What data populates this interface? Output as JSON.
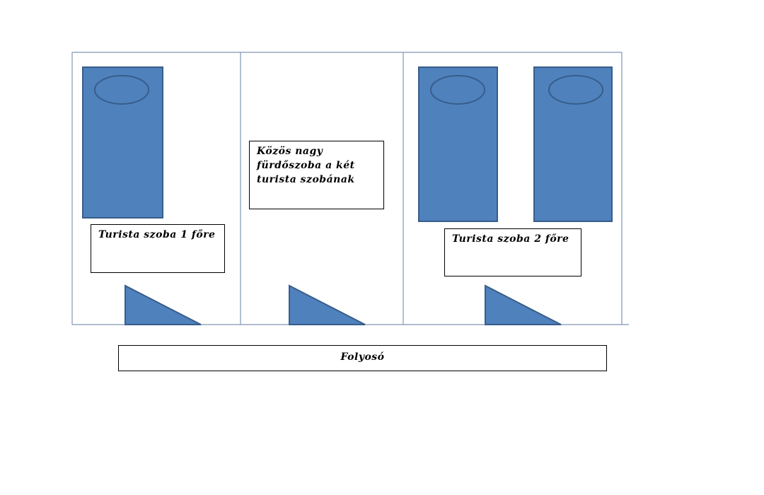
{
  "colors": {
    "outline": "#7f96b2",
    "furniture_fill": "#4f81bd",
    "furniture_stroke": "#385d8a",
    "label_border": "#000000"
  },
  "rooms": [
    {
      "name": "room-1",
      "label": "Turista szoba 1 főre",
      "beds": 1,
      "has_door": true
    },
    {
      "name": "bathroom",
      "label": "Közös nagy\nfürdőszoba a két\nturista szobának",
      "beds": 0,
      "has_door": true
    },
    {
      "name": "room-2",
      "label": "Turista szoba 2 főre",
      "beds": 2,
      "has_door": true
    }
  ],
  "corridor": {
    "label": "Folyosó"
  }
}
